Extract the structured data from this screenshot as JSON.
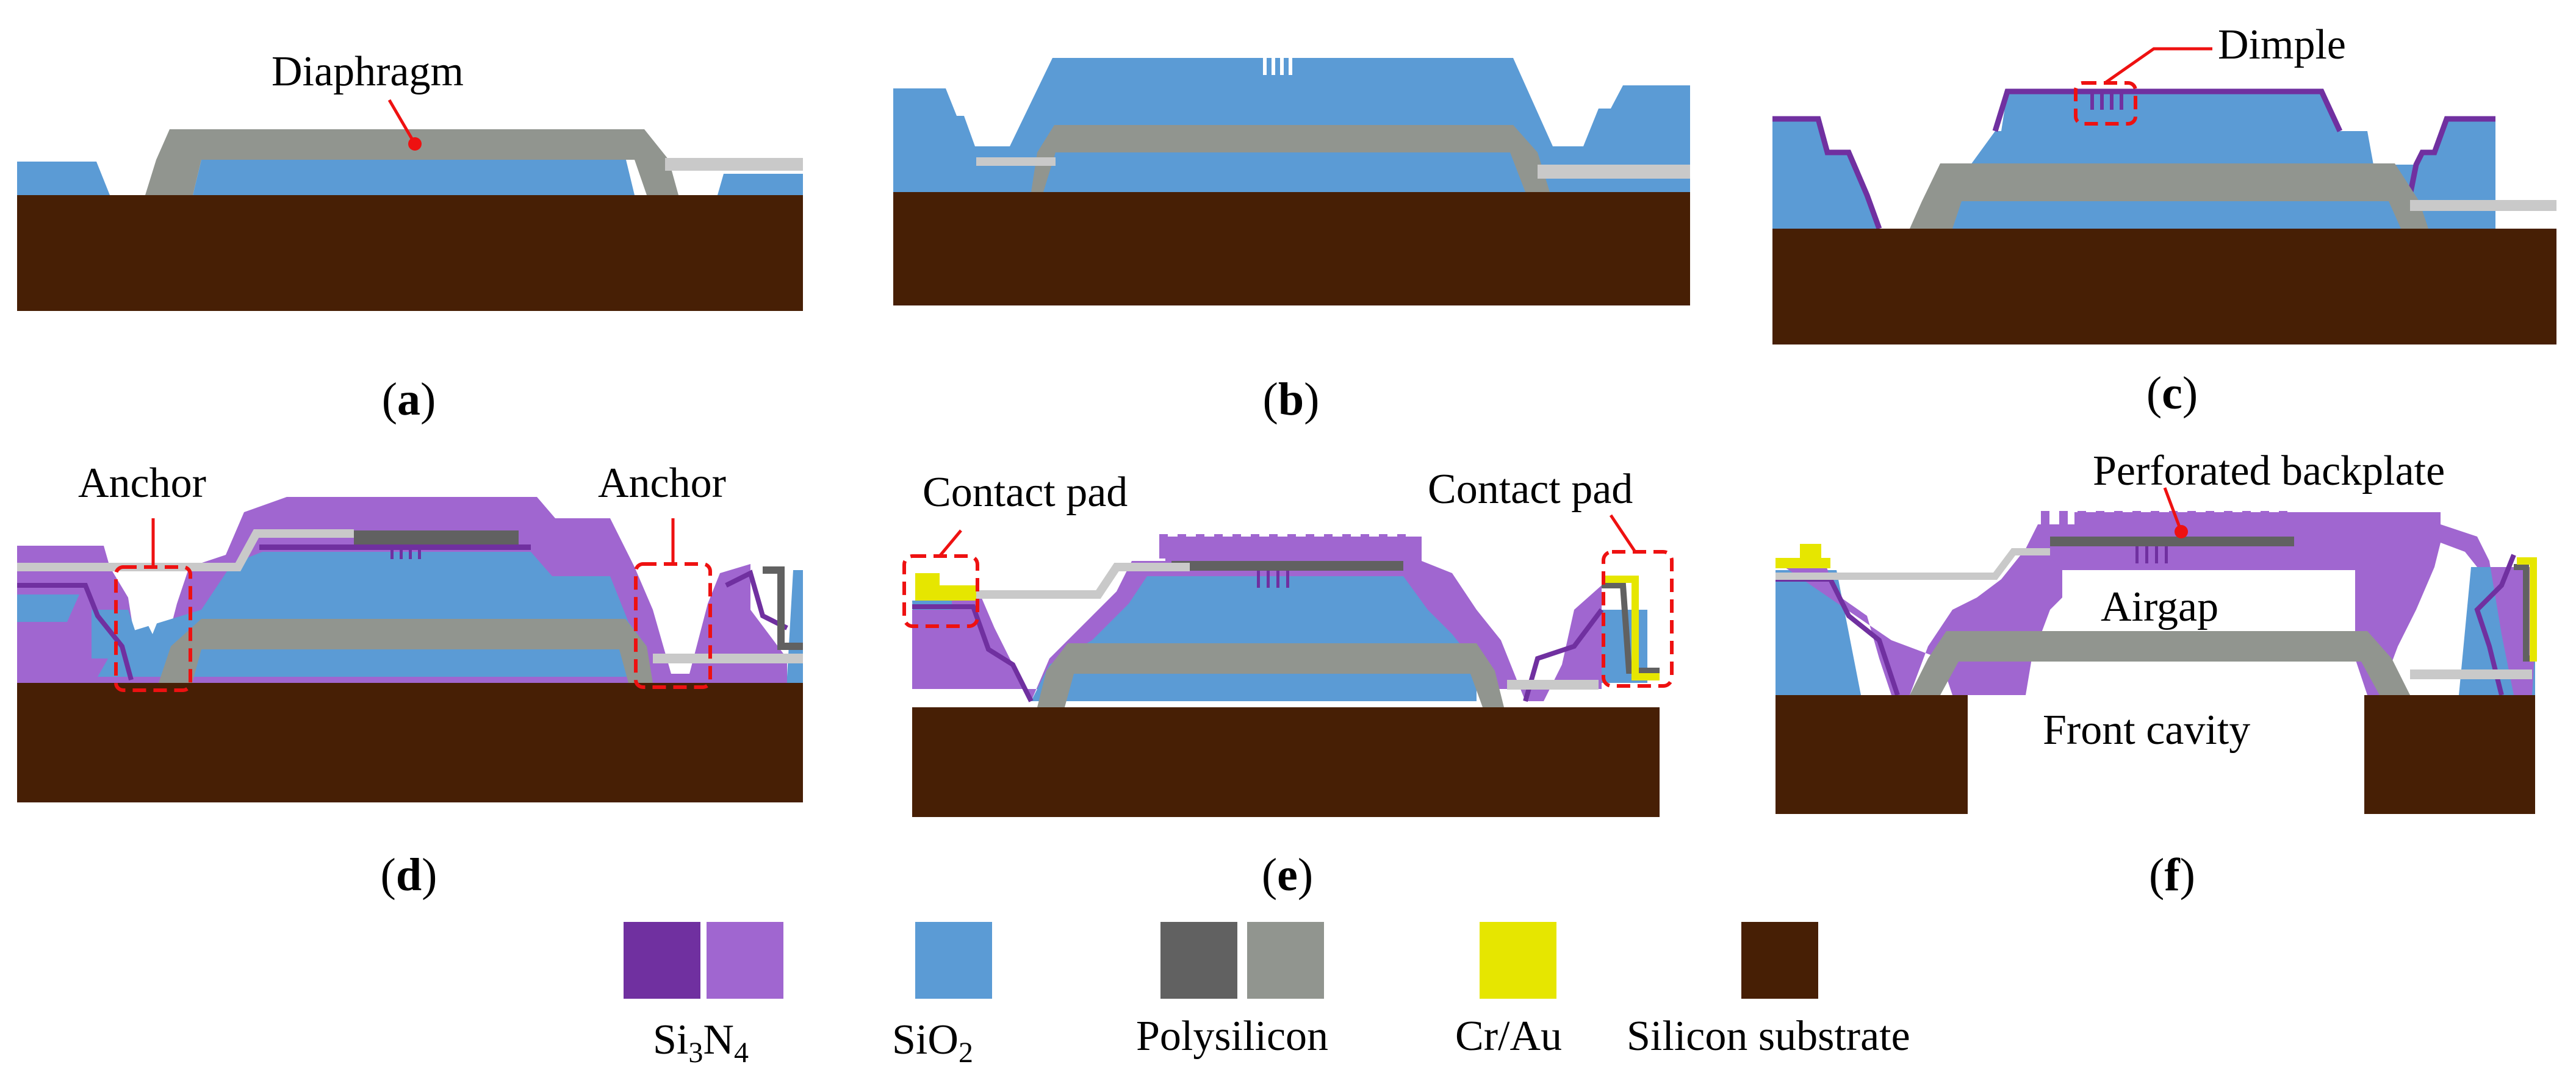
{
  "colors": {
    "substrate": "#471f05",
    "sio2": "#5b9bd5",
    "poly_dark": "#616161",
    "poly_light": "#91958f",
    "poly_thin": "#c9c9c9",
    "si3n4_dark": "#7030a0",
    "si3n4_light": "#a066d0",
    "crau": "#e6e600",
    "highlight": "#ee1111"
  },
  "panels": {
    "a": {
      "caption_letter": "a",
      "labels": {
        "diaphragm": "Diaphragm"
      }
    },
    "b": {
      "caption_letter": "b"
    },
    "c": {
      "caption_letter": "c",
      "labels": {
        "dimple": "Dimple"
      }
    },
    "d": {
      "caption_letter": "d",
      "labels": {
        "anchor_left": "Anchor",
        "anchor_right": "Anchor"
      }
    },
    "e": {
      "caption_letter": "e",
      "labels": {
        "contact_pad_left": "Contact pad",
        "contact_pad_right": "Contact pad"
      }
    },
    "f": {
      "caption_letter": "f",
      "labels": {
        "backplate": "Perforated backplate",
        "airgap": "Airgap",
        "front_cavity": "Front cavity"
      }
    }
  },
  "legend": {
    "si3n4": {
      "base": "Si",
      "sub1": "3",
      "mid": "N",
      "sub2": "4"
    },
    "sio2": {
      "base": "SiO",
      "sub": "2"
    },
    "polysilicon": "Polysilicon",
    "crau": "Cr/Au",
    "substrate": "Silicon substrate"
  }
}
